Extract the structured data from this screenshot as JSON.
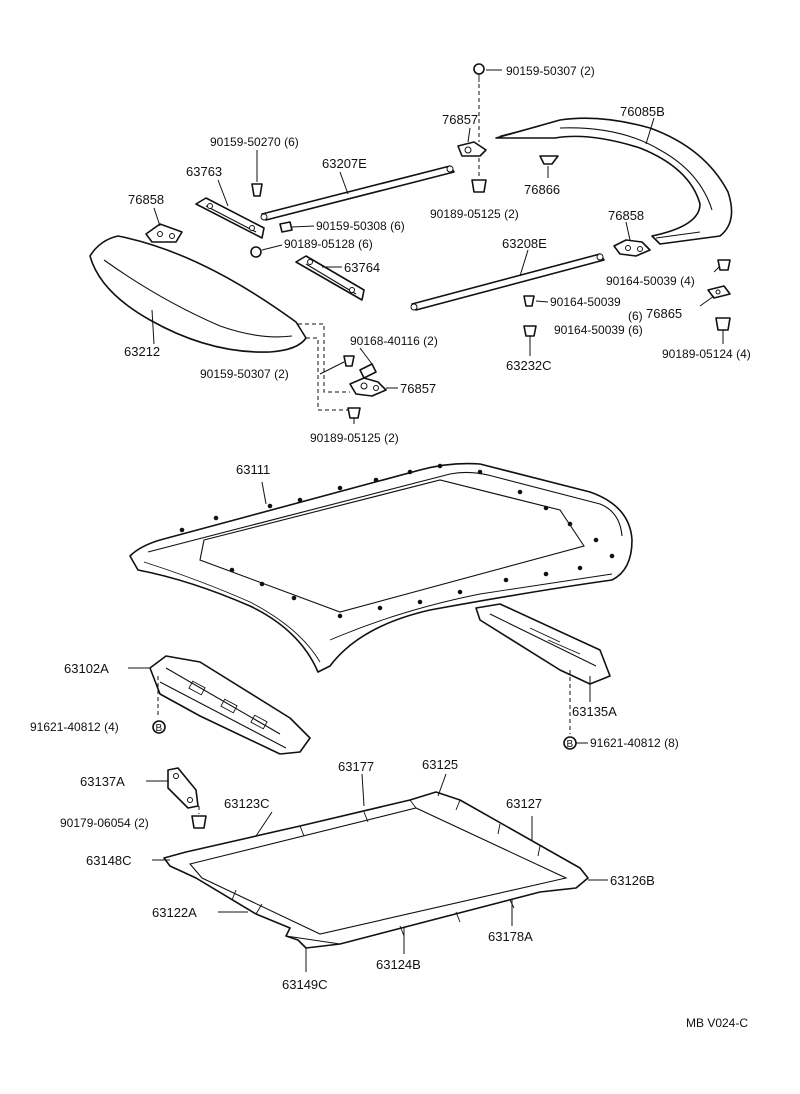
{
  "labels": {
    "p76085B": "76085B",
    "p76857_top": "76857",
    "p90159_50307_top": "90159-50307 (2)",
    "p76866": "76866",
    "p90189_05125_top": "90189-05125 (2)",
    "p90159_50270": "90159-50270 (6)",
    "p63763": "63763",
    "p63207E": "63207E",
    "p76858_left": "76858",
    "p90159_50308": "90159-50308 (6)",
    "p90189_05128": "90189-05128 (6)",
    "p63764": "63764",
    "p63212": "63212",
    "p90168_40116": "90168-40116 (2)",
    "p90159_50307_mid": "90159-50307 (2)",
    "p76857_mid": "76857",
    "p90189_05125_mid": "90189-05125 (2)",
    "p76858_right": "76858",
    "p63208E": "63208E",
    "p90164_50039_a": "90164-50039 (4)",
    "p90164_50039_b": "90164-50039",
    "p90164_50039_b_qty": "(6)",
    "p76865": "76865",
    "p90164_50039_c": "90164-50039 (6)",
    "p63232C": "63232C",
    "p90189_05124": "90189-05124 (4)",
    "p63111": "63111",
    "p63102A": "63102A",
    "p91621_40812_left": "91621-40812 (4)",
    "p63135A": "63135A",
    "p91621_40812_right": "91621-40812 (8)",
    "ref_B": "B",
    "p63137A": "63137A",
    "p90179_06054": "90179-06054 (2)",
    "p63177": "63177",
    "p63125": "63125",
    "p63123C": "63123C",
    "p63127": "63127",
    "p63148C": "63148C",
    "p63126B": "63126B",
    "p63122A": "63122A",
    "p63178A": "63178A",
    "p63124B": "63124B",
    "p63149C": "63149C",
    "code": "MB V024-C"
  }
}
